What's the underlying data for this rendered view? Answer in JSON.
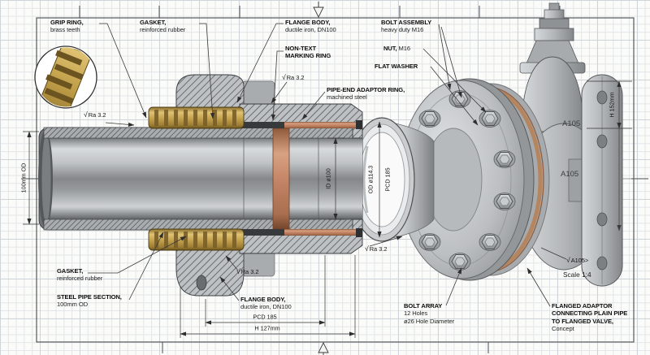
{
  "drawing": {
    "labels": {
      "grip_ring": {
        "title": "GRIP RING,",
        "sub": "brass teeth"
      },
      "gasket_top": {
        "title": "GASKET,",
        "sub": "reinforced rubber"
      },
      "flange_body_top": {
        "title": "FLANGE BODY,",
        "sub": "ductile iron, DN100"
      },
      "bolt_assembly": {
        "title": "BOLT ASSEMBLY",
        "sub": "heavy duty M16"
      },
      "non_text_ring": {
        "line1": "NON-TEXT",
        "line2": "MARKING RING"
      },
      "nut": {
        "title": "NUT,",
        "sub": " M16"
      },
      "flat_washer": {
        "title": "FLAT WASHER"
      },
      "pipe_end_adaptor": {
        "title": "PIPE-END ADAPTOR RING,",
        "sub": "machined steel"
      },
      "gasket_bottom": {
        "title": "GASKET,",
        "sub": "reinforced rubber"
      },
      "steel_pipe": {
        "title": "STEEL PIPE SECTION,",
        "sub": "100mm OD"
      },
      "flange_body_bottom": {
        "title": "FLANGE BODY,",
        "sub": "ductile iron, DN100"
      },
      "bolt_array": {
        "title": "BOLT ARRAY",
        "sub1": "12 Holes",
        "sub2": "ø26 Hole Diameter"
      },
      "flanged_adaptor": {
        "line1": "FLANGED ADAPTOR",
        "line2": "CONNECTING PLAIN PIPE",
        "line3": "TO FLANGED VALVE,",
        "line4": "Concept"
      }
    },
    "dims": {
      "pipe_od": "100mm OD",
      "bore_id": "ID ø100",
      "adaptor_od": "OD ø114.3",
      "pcd_vertical": "PCD 185",
      "pcd_horizontal": "PCD 185",
      "overall_width": "H 127mm",
      "valve_height": "H 152mm"
    },
    "marks": {
      "check": "√",
      "ra": "Ra 3.2",
      "a105_spec": "A105>",
      "scale_note": "Scale 1:4",
      "valve_material": "A105"
    },
    "colors": {
      "brass": "#c9a851",
      "copper_ring": "#c08262",
      "gasket_copper": "#b5855f",
      "metal_light": "#cdd0d2",
      "metal_dark": "#5f6163",
      "hatch_line": "#54575a",
      "grid_line": "#e2e5e8",
      "label_text": "#0e0e0e"
    }
  }
}
